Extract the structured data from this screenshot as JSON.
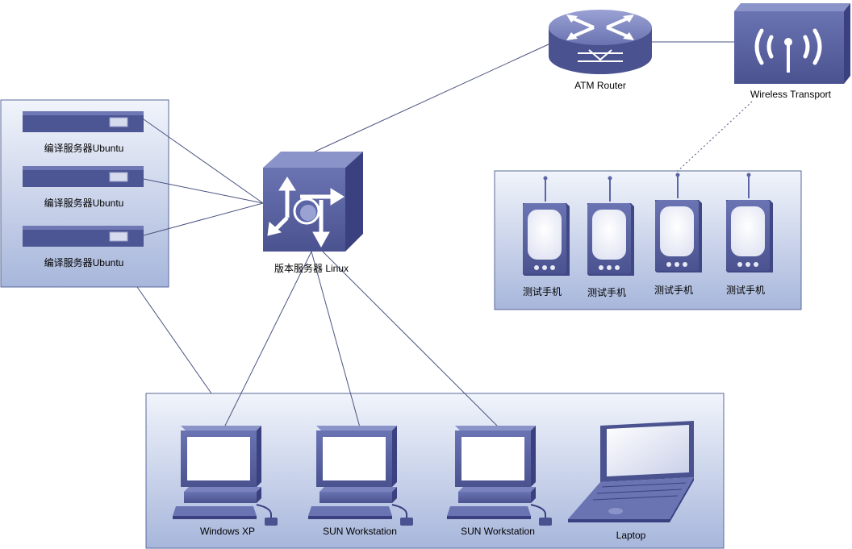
{
  "nodes": {
    "atm_router": "ATM Router",
    "wireless_transport": "Wireless Transport",
    "version_server": "版本服务器  Linux",
    "build_servers": [
      "编译服务器Ubuntu",
      "编译服务器Ubuntu",
      "编译服务器Ubuntu"
    ],
    "test_phones": [
      "测试手机",
      "测试手机",
      "测试手机",
      "测试手机"
    ],
    "workstations": [
      "Windows XP",
      "SUN Workstation",
      "SUN Workstation"
    ],
    "laptop": "Laptop"
  },
  "colors": {
    "group_fill_top": "#eef2fa",
    "group_fill_bottom": "#a9b8dc",
    "group_border": "#5a6a9a",
    "device_main": "#5b65a5",
    "device_dark": "#3a4080",
    "device_light": "#8b94c8",
    "screen": "#ffffff",
    "link": "#4a5480"
  },
  "icons": [
    "router-icon",
    "wireless-icon",
    "switch-icon",
    "server-icon",
    "phone-icon",
    "workstation-icon",
    "laptop-icon"
  ]
}
